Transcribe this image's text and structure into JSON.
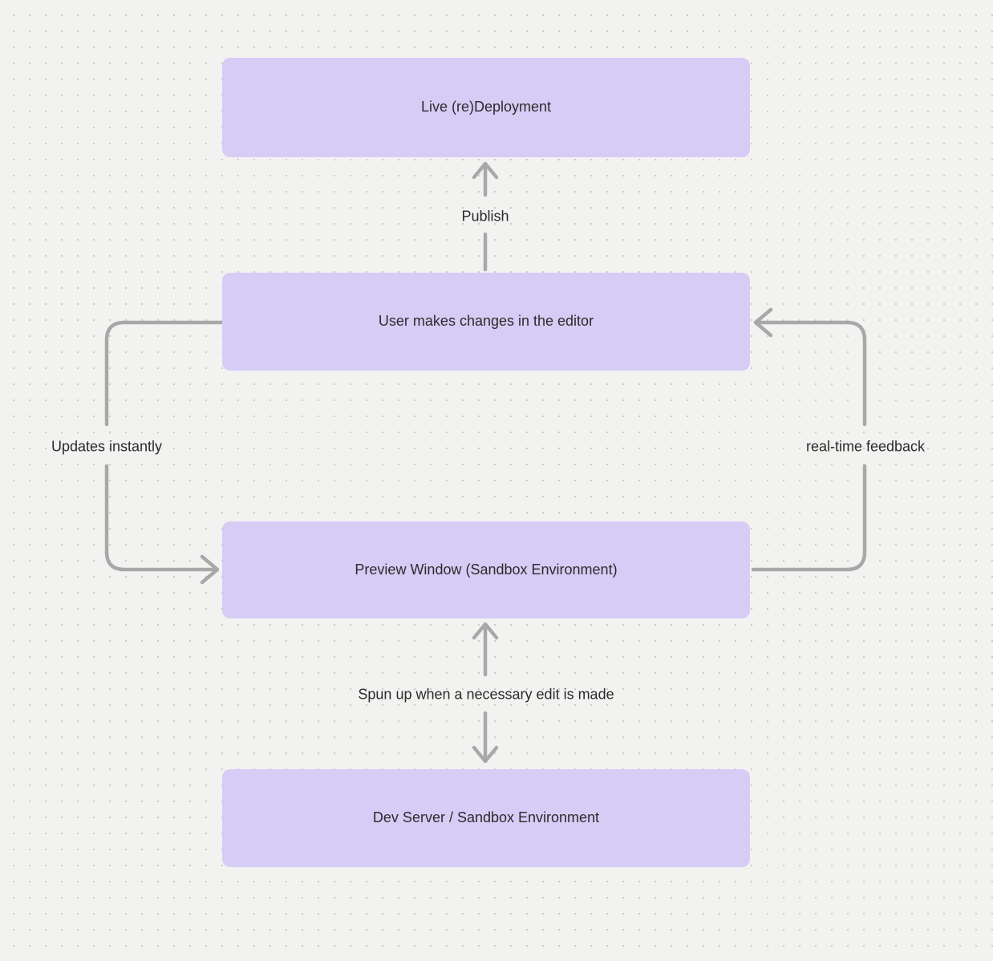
{
  "diagram": {
    "colors": {
      "background": "#f2f2f1",
      "dot_grid": "#c9c9c8",
      "node_fill": "#d7ccf5",
      "arrow": "#a8a8a8",
      "text": "#2b2b2b"
    },
    "nodes": [
      {
        "id": "live-redeployment",
        "label": "Live (re)Deployment"
      },
      {
        "id": "user-editor",
        "label": "User makes changes in the editor"
      },
      {
        "id": "preview-window",
        "label": "Preview Window (Sandbox Environment)"
      },
      {
        "id": "dev-server",
        "label": "Dev Server / Sandbox Environment"
      }
    ],
    "edges": [
      {
        "id": "publish",
        "label": "Publish",
        "from": "user-editor",
        "to": "live-redeployment",
        "direction": "up"
      },
      {
        "id": "updates-instantly",
        "label": "Updates instantly",
        "from": "user-editor",
        "to": "preview-window",
        "direction": "down-left-loop"
      },
      {
        "id": "real-time-feedback",
        "label": "real-time feedback",
        "from": "preview-window",
        "to": "user-editor",
        "direction": "up-right-loop"
      },
      {
        "id": "spun-up",
        "label": "Spun up when a necessary edit is made",
        "from": "preview-window",
        "to": "dev-server",
        "direction": "both"
      }
    ]
  }
}
